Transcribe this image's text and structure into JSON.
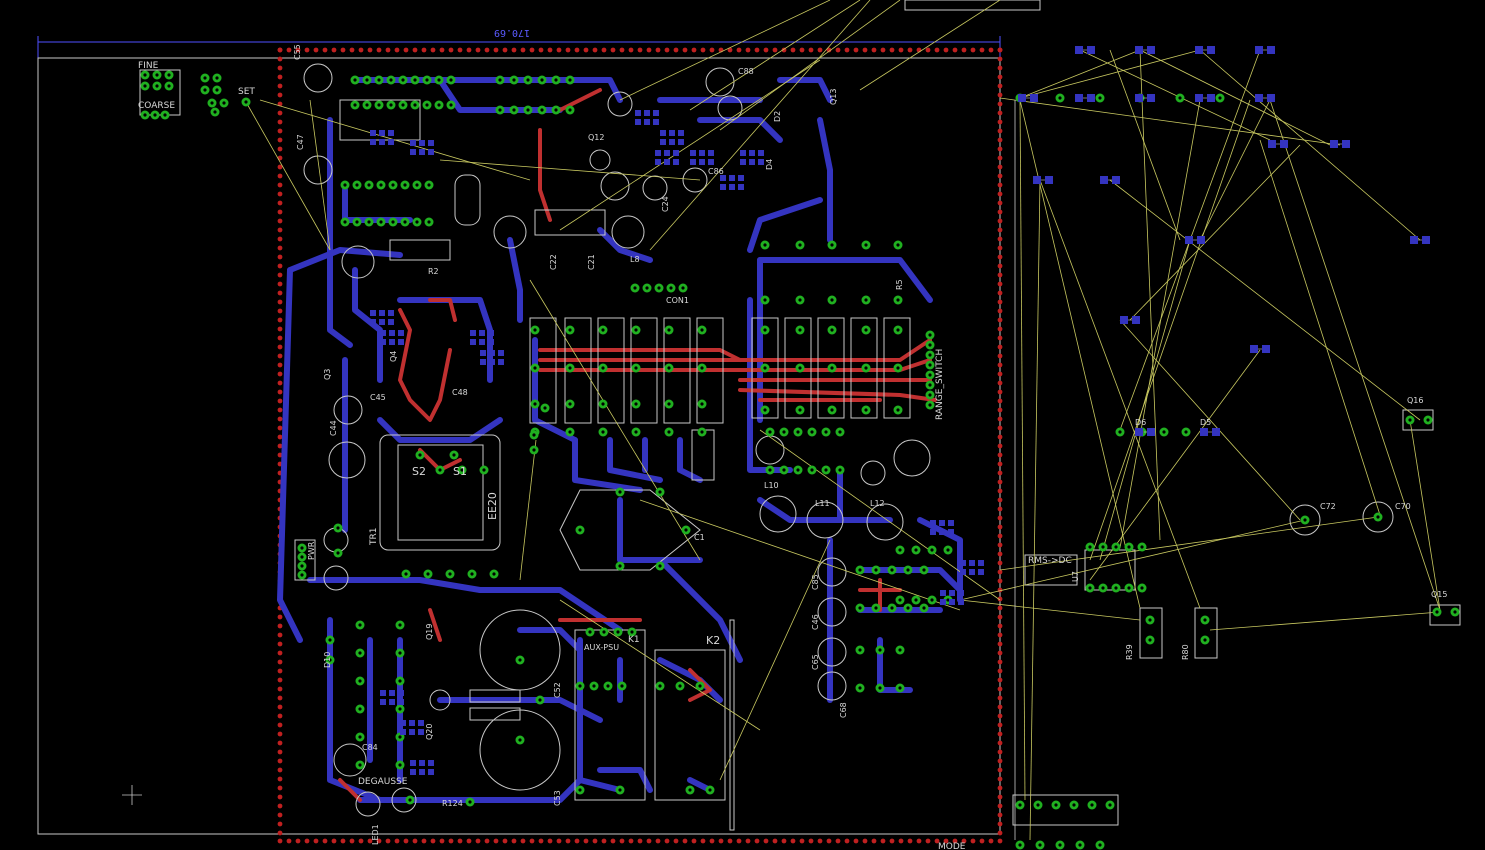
{
  "board": {
    "dimension_label": "170.69",
    "colors": {
      "background": "#000000",
      "top_layer": "#c03030",
      "bottom_layer": "#3434c0",
      "pad": "#20b020",
      "outline": "#c8c8c8",
      "airwire": "#c8c860",
      "restrict": "#c02020",
      "dimension": "#5050ff"
    }
  },
  "labels": {
    "fine": "FINE",
    "coarse": "COARSE",
    "set": "SET",
    "c55": "C55",
    "c47": "C47",
    "c88": "C88",
    "c86": "C86",
    "c24": "C24",
    "c22": "C22",
    "c21": "C21",
    "l8": "L8",
    "q12": "Q12",
    "d4": "D4",
    "q13": "Q13",
    "d2": "D2",
    "r2": "R2",
    "con1": "CON1",
    "r5": "R5",
    "range_switch": "RANGE_SWITCH",
    "q3": "Q3",
    "q4": "Q4",
    "c45": "C45",
    "c48": "C48",
    "c44": "C44",
    "s2": "S2",
    "s1": "S1",
    "ee20": "EE20",
    "tr1": "TR1",
    "pwr": "PWR",
    "l10": "L10",
    "l11": "L11",
    "l12": "L12",
    "c1": "C1",
    "c85": "C85",
    "c46": "C46",
    "c65": "C65",
    "c68": "C68",
    "d10": "D10",
    "q19": "Q19",
    "q20": "Q20",
    "c84": "C84",
    "degausse": "DEGAUSSE",
    "led1": "LED1",
    "r124": "R124",
    "c52": "C52",
    "c53": "C53",
    "aux_psu": "AUX-PSU",
    "k1": "K1",
    "k2": "K2",
    "rms_dc": "RMS->DC",
    "u7": "U7",
    "r39": "R39",
    "r80": "R80",
    "c72": "C72",
    "c70": "C70",
    "q16": "Q16",
    "q15": "Q15",
    "d6": "D6",
    "d5": "D5",
    "mode": "MODE"
  }
}
